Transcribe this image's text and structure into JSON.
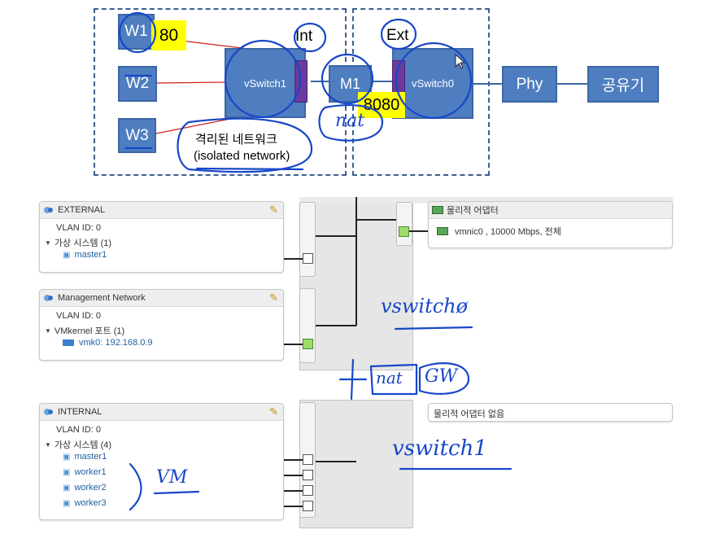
{
  "diagram": {
    "internal_label": "Int",
    "external_label": "Ext",
    "web_nodes": [
      "W1",
      "W2",
      "W3"
    ],
    "port_80": "80",
    "port_8080": "8080",
    "vswitch1": "vSwitch1",
    "vswitch0": "vSwitch0",
    "m1": "M1",
    "phy": "Phy",
    "router": "공유기",
    "isolated_ko": "격리된 네트워크",
    "isolated_en": "(isolated network)",
    "nat_note": "nat"
  },
  "portgroups": {
    "external": {
      "name": "EXTERNAL",
      "vlan": "VLAN ID: 0",
      "group": "가상 시스템 (1)",
      "items": [
        "master1"
      ]
    },
    "management": {
      "name": "Management Network",
      "vlan": "VLAN ID: 0",
      "group": "VMkernel 포트 (1)",
      "items": [
        "vmk0: 192.168.0.9"
      ]
    },
    "internal": {
      "name": "INTERNAL",
      "vlan": "VLAN ID: 0",
      "group": "가상 시스템 (4)",
      "items": [
        "master1",
        "worker1",
        "worker2",
        "worker3"
      ]
    }
  },
  "physical": {
    "title": "물리적 어댑터",
    "nic": "vmnic0 , 10000 Mbps, 전체",
    "none": "물리적 어댑터 없음"
  },
  "annotations": {
    "vswitch0": "vswitchø",
    "nat_gw_plus": "+",
    "nat": "nat",
    "gw": "GW",
    "vswitch1": "vswitch1",
    "vm": "VM"
  },
  "colors": {
    "node": "#4f7ec0",
    "port": "#6b3a9a",
    "highlight": "#ffff00",
    "ink": "#1747c9",
    "link": "#cc2222"
  }
}
